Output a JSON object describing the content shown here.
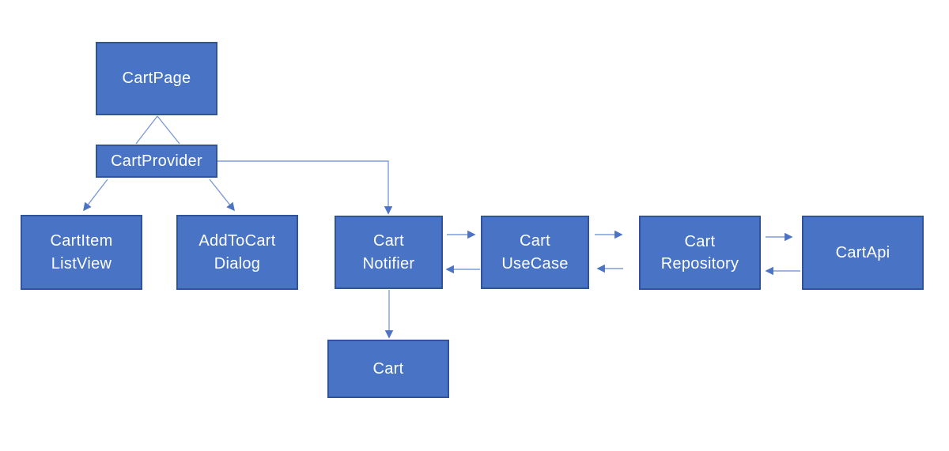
{
  "diagram": {
    "type": "architecture-diagram",
    "nodes": {
      "cart_page": {
        "label": "CartPage"
      },
      "cart_provider": {
        "label": "CartProvider"
      },
      "cart_item_list_view": {
        "label": "CartItem\nListView"
      },
      "add_to_cart_dialog": {
        "label": "AddToCart\nDialog"
      },
      "cart_notifier": {
        "label": "Cart\nNotifier"
      },
      "cart_use_case": {
        "label": "Cart\nUseCase"
      },
      "cart_repository": {
        "label": "Cart\nRepository"
      },
      "cart_api": {
        "label": "CartApi"
      },
      "cart": {
        "label": "Cart"
      }
    },
    "edges": [
      {
        "from": "cart_page",
        "to": "cart_provider",
        "style": "plain-line-pair"
      },
      {
        "from": "cart_provider",
        "to": "cart_item_list_view",
        "style": "arrow"
      },
      {
        "from": "cart_provider",
        "to": "add_to_cart_dialog",
        "style": "arrow"
      },
      {
        "from": "cart_provider",
        "to": "cart_notifier",
        "style": "elbow-arrow"
      },
      {
        "from": "cart_notifier",
        "to": "cart_use_case",
        "style": "arrow"
      },
      {
        "from": "cart_use_case",
        "to": "cart_notifier",
        "style": "arrow"
      },
      {
        "from": "cart_use_case",
        "to": "cart_repository",
        "style": "arrow"
      },
      {
        "from": "cart_repository",
        "to": "cart_use_case",
        "style": "arrow"
      },
      {
        "from": "cart_repository",
        "to": "cart_api",
        "style": "arrow"
      },
      {
        "from": "cart_api",
        "to": "cart_repository",
        "style": "arrow"
      },
      {
        "from": "cart_notifier",
        "to": "cart",
        "style": "arrow"
      }
    ],
    "colors": {
      "node_fill": "#4973C4",
      "node_border": "#2F549B",
      "connector_line": "#7E9BD8",
      "arrowhead": "#4D74C4",
      "node_text": "#FFFFFF",
      "background": "#FFFFFF"
    }
  }
}
